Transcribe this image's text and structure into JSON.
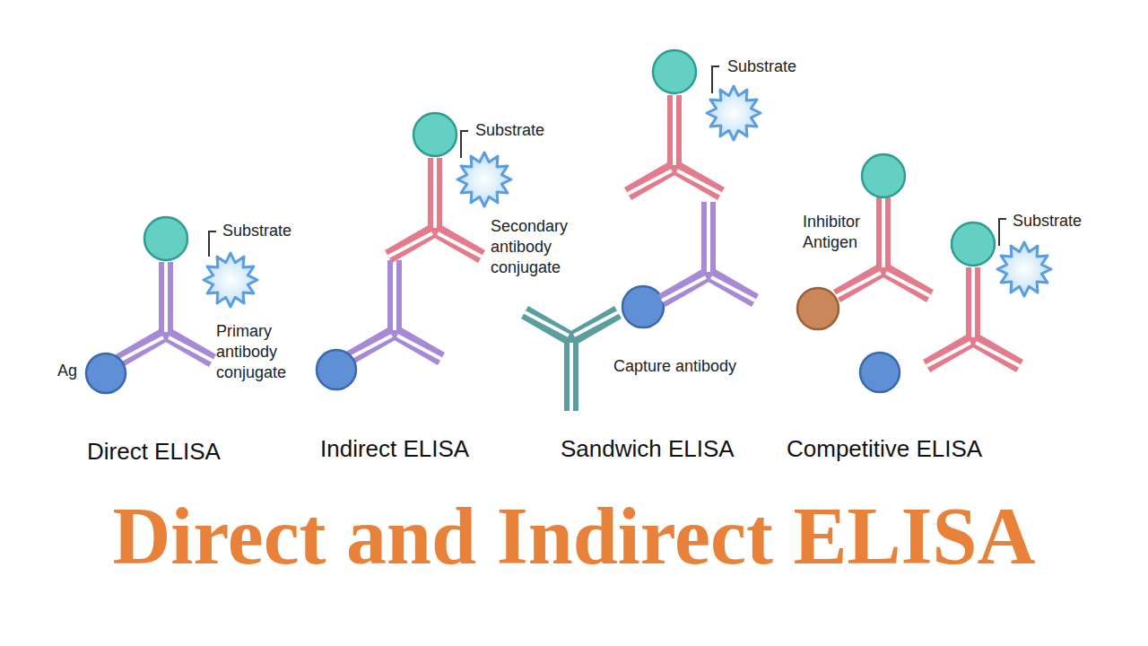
{
  "diagram": {
    "title": "Direct and Indirect ELISA",
    "labels": [
      "Substrate",
      "Primary antibody conjugate",
      "Ag",
      "Direct ELISA",
      "Substrate",
      "Secondary antibody conjugate",
      "Indirect ELISA",
      "Substrate",
      "Capture antibody",
      "Sandwich ELISA",
      "Inhibitor Antigen",
      "Substrate",
      "Competitive ELISA"
    ]
  }
}
